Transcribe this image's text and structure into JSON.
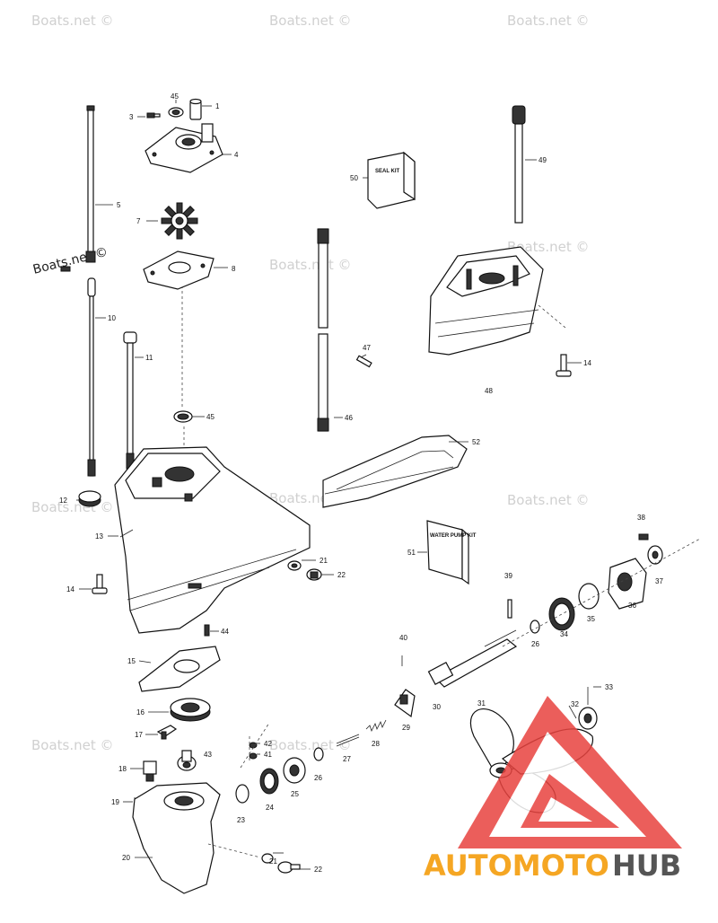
{
  "watermark": "Boats.net ©",
  "logo": {
    "part1": "AUTOMOTO",
    "part2": "HUB",
    "accent_color": "#f5a623",
    "tri_color": "#e8433f"
  },
  "kits": {
    "seal": "SEAL KIT",
    "water_pump": "WATER PUMP KIT"
  },
  "callouts": {
    "c1": "1",
    "c3": "3",
    "c4": "4",
    "c5": "5",
    "c7": "7",
    "c8": "8",
    "c10": "10",
    "c11": "11",
    "c12": "12",
    "c13": "13",
    "c14a": "14",
    "c14b": "14",
    "c15": "15",
    "c16": "16",
    "c17": "17",
    "c18": "18",
    "c19": "19",
    "c20": "20",
    "c21a": "21",
    "c21b": "21",
    "c22a": "22",
    "c22b": "22",
    "c23": "23",
    "c24": "24",
    "c25": "25",
    "c26a": "26",
    "c26b": "26",
    "c27": "27",
    "c28": "28",
    "c29": "29",
    "c30": "30",
    "c31": "31",
    "c32": "32",
    "c33": "33",
    "c34": "34",
    "c35": "35",
    "c36": "36",
    "c37": "37",
    "c38": "38",
    "c39": "39",
    "c40": "40",
    "c41": "41",
    "c42": "42",
    "c43": "43",
    "c44": "44",
    "c45a": "45",
    "c45b": "45",
    "c46": "46",
    "c47": "47",
    "c48": "48",
    "c49": "49",
    "c50": "50",
    "c51": "51",
    "c52": "52"
  }
}
